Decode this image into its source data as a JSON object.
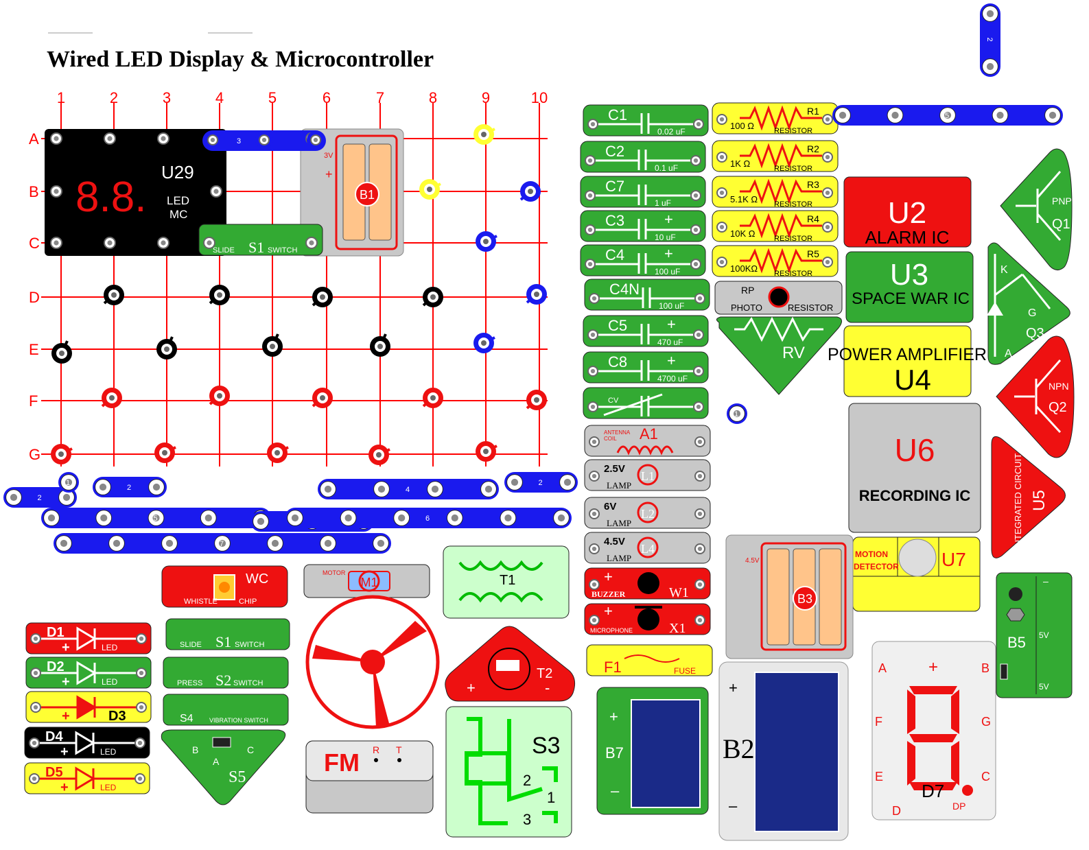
{
  "title": "Wired LED Display & Microcontroller",
  "grid": {
    "columns": [
      "1",
      "2",
      "3",
      "4",
      "5",
      "6",
      "7",
      "8",
      "9",
      "10"
    ],
    "rows": [
      "A",
      "B",
      "C",
      "D",
      "E",
      "F",
      "G"
    ]
  },
  "colors": {
    "grid": "#ff0000",
    "green": "#33aa33",
    "red": "#ee1111",
    "yellow": "#ffff33",
    "blue": "#1a1aee",
    "gray": "#c8c8c8",
    "black": "#000000"
  },
  "parts": {
    "u29": {
      "id": "U29",
      "digits": "8.8.",
      "line1": "LED",
      "line2": "MC"
    },
    "b1": {
      "id": "B1",
      "voltage": "3V"
    },
    "slide_s1": {
      "left": "SLIDE",
      "id": "S1",
      "right": "SWITCH"
    },
    "c1": {
      "id": "C1",
      "value": "0.02 uF"
    },
    "c2": {
      "id": "C2",
      "value": "0.1 uF"
    },
    "c7": {
      "id": "C7",
      "value": "1 uF"
    },
    "c3": {
      "id": "C3",
      "value": "10 uF",
      "plus": "+"
    },
    "c4": {
      "id": "C4",
      "value": "100 uF",
      "plus": "+"
    },
    "c4n": {
      "id": "C4N",
      "value": "100 uF"
    },
    "c5": {
      "id": "C5",
      "value": "470 uF",
      "plus": "+"
    },
    "c8": {
      "id": "C8",
      "value": "4700 uF",
      "plus": "+"
    },
    "cv": {
      "id": "CV"
    },
    "a1": {
      "id": "A1",
      "line1": "ANTENNA",
      "line2": "COIL"
    },
    "l1": {
      "id": "L1",
      "voltage": "2.5V",
      "word": "LAMP"
    },
    "l2": {
      "id": "L2",
      "voltage": "6V",
      "word": "LAMP"
    },
    "l4": {
      "id": "L4",
      "voltage": "4.5V",
      "word": "LAMP"
    },
    "w1": {
      "id": "W1",
      "word": "BUZZER",
      "plus": "+"
    },
    "x1": {
      "id": "X1",
      "word": "MICROPHONE",
      "plus": "+"
    },
    "f1": {
      "id": "F1",
      "word": "FUSE"
    },
    "r1": {
      "id": "R1",
      "value": "100 Ω",
      "word": "RESISTOR"
    },
    "r2": {
      "id": "R2",
      "value": "1K Ω",
      "word": "RESISTOR"
    },
    "r3": {
      "id": "R3",
      "value": "5.1K Ω",
      "word": "RESISTOR"
    },
    "r4": {
      "id": "R4",
      "value": "10K Ω",
      "word": "RESISTOR"
    },
    "r5": {
      "id": "R5",
      "value": "100KΩ",
      "word": "RESISTOR"
    },
    "rp": {
      "id": "RP",
      "left": "PHOTO",
      "right": "RESISTOR"
    },
    "rv": {
      "id": "RV"
    },
    "u2": {
      "id": "U2",
      "name": "ALARM IC"
    },
    "u3": {
      "id": "U3",
      "name": "SPACE WAR IC"
    },
    "u4": {
      "id": "U4",
      "name": "POWER AMPLIFIER"
    },
    "u6": {
      "id": "U6",
      "name": "RECORDING IC"
    },
    "u7": {
      "id": "U7",
      "line1": "MOTION",
      "line2": "DETECTOR"
    },
    "u5": {
      "id": "U5",
      "name": "INTEGRATED CIRCUIT"
    },
    "q1": {
      "id": "Q1",
      "type": "PNP"
    },
    "q2": {
      "id": "Q2",
      "type": "NPN"
    },
    "q3": {
      "id": "Q3",
      "k": "K",
      "g": "G",
      "a": "A"
    },
    "b3": {
      "id": "B3",
      "voltage": "4.5V"
    },
    "b5": {
      "id": "B5",
      "v1": "5V",
      "v2": "5V",
      "minus": "–"
    },
    "b7": {
      "id": "B7",
      "plus": "+",
      "minus": "–"
    },
    "b2": {
      "id": "B2",
      "plus": "+",
      "minus": "–"
    },
    "d7": {
      "id": "D7",
      "plus": "+",
      "seg_a": "A",
      "seg_b": "B",
      "seg_c": "C",
      "seg_d": "D",
      "seg_e": "E",
      "seg_f": "F",
      "seg_g": "G",
      "dp": "DP"
    },
    "wc": {
      "id": "WC",
      "left": "WHISTLE",
      "right": "CHIP"
    },
    "m1": {
      "id": "M1",
      "word": "MOTOR"
    },
    "t1": {
      "id": "T1"
    },
    "t2": {
      "id": "T2",
      "plus": "+",
      "minus": "-"
    },
    "s3": {
      "id": "S3",
      "n1": "1",
      "n2": "2",
      "n3": "3"
    },
    "fm": {
      "id": "FM",
      "r": "R",
      "t": "T"
    },
    "s1b": {
      "left": "SLIDE",
      "id": "S1",
      "right": "SWITCH"
    },
    "s2": {
      "left": "PRESS",
      "id": "S2",
      "right": "SWITCH"
    },
    "s4": {
      "id": "S4",
      "word": "VIBRATION SWITCH"
    },
    "s5": {
      "id": "S5",
      "b": "B",
      "a": "A",
      "c": "C"
    },
    "d1": {
      "id": "D1",
      "word": "LED",
      "plus": "+"
    },
    "d2": {
      "id": "D2",
      "word": "LED",
      "plus": "+"
    },
    "d3": {
      "id": "D3",
      "plus": "+"
    },
    "d4": {
      "id": "D4",
      "word": "LED",
      "plus": "+"
    },
    "d5": {
      "id": "D5",
      "word": "LED",
      "plus": "+"
    }
  },
  "wires": {
    "top2": "2",
    "w3": "3",
    "w5top": "5",
    "w1": "1",
    "l2a": "2",
    "l1": "1",
    "l2b": "2",
    "l4": "4",
    "l2c": "2",
    "l5": "5",
    "l6": "6",
    "l3": "3",
    "l7": "7"
  }
}
